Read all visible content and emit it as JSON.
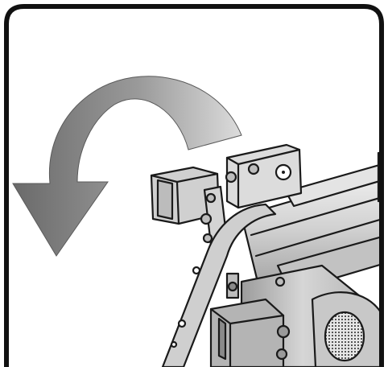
{
  "figure": {
    "subject": "log-splitter",
    "instruction": "rotate",
    "arrow_direction": "counter-clockwise",
    "colors": {
      "frame": "#111111",
      "background": "#ffffff",
      "arrow_dark": "#6f6f6f",
      "arrow_light": "#d8d8d8",
      "machine_fill": "#d9d9d9",
      "machine_shade": "#a9a9a9",
      "outline": "#1a1a1a"
    }
  }
}
